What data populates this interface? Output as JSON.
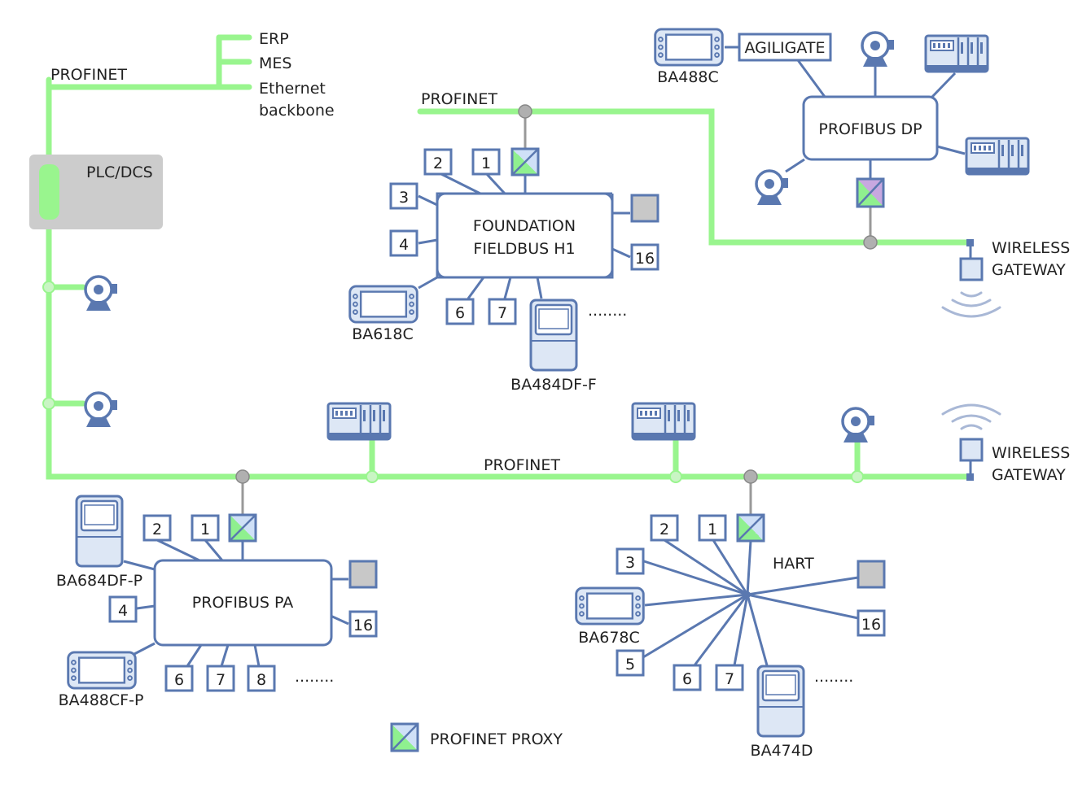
{
  "labels": {
    "erp": "ERP",
    "mes": "MES",
    "ethernet_backbone_1": "Ethernet",
    "ethernet_backbone_2": "backbone",
    "profinet_top_left": "PROFINET",
    "plc_dcs": "PLC/DCS",
    "profinet_upper": "PROFINET",
    "profinet_main": "PROFINET",
    "agiligate": "AGILIGATE",
    "ba488c": "BA488C",
    "profibus_dp": "PROFIBUS DP",
    "wireless_gateway_top_1": "WIRELESS",
    "wireless_gateway_top_2": "GATEWAY",
    "wireless_gateway_bottom_1": "WIRELESS",
    "wireless_gateway_bottom_2": "GATEWAY",
    "ff_h1_1": "FOUNDATION",
    "ff_h1_2": "FIELDBUS  H1",
    "ba618c": "BA618C",
    "ba484df_f": "BA484DF-F",
    "ba684df_p": "BA684DF-P",
    "profibus_pa": "PROFIBUS PA",
    "ba488cf_p": "BA488CF-P",
    "hart": "HART",
    "ba678c": "BA678C",
    "ba474d": "BA474D",
    "legend_proxy": "PROFINET PROXY",
    "ellipsis": "........"
  },
  "ff_boxes": {
    "n1": "1",
    "n2": "2",
    "n3": "3",
    "n4": "4",
    "n6": "6",
    "n7": "7",
    "n16": "16"
  },
  "pa_boxes": {
    "n1": "1",
    "n2": "2",
    "n4": "4",
    "n6": "6",
    "n7": "7",
    "n8": "8",
    "n16": "16"
  },
  "hart_boxes": {
    "n1": "1",
    "n2": "2",
    "n3": "3",
    "n5": "5",
    "n6": "6",
    "n7": "7",
    "n16": "16"
  },
  "colors": {
    "profinet_green": "#99f58e",
    "device_blue": "#5a78b0",
    "device_fill": "#dde7f5",
    "plc_gray": "#cccccc",
    "node_gray": "#b0b0b0"
  }
}
